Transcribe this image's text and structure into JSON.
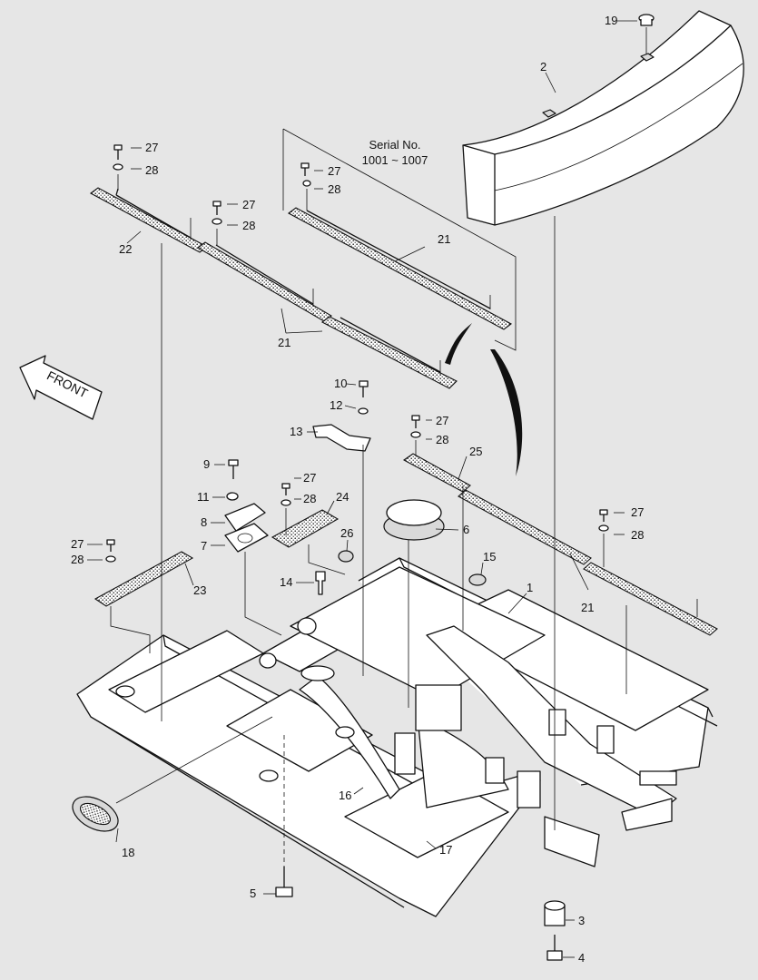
{
  "serial": {
    "line1": "Serial No.",
    "line2": "1001 ~ 1007"
  },
  "front_label": "FRONT",
  "callouts": [
    {
      "id": "c19",
      "text": "19"
    },
    {
      "id": "c2",
      "text": "2"
    },
    {
      "id": "c27a",
      "text": "27"
    },
    {
      "id": "c28a",
      "text": "28"
    },
    {
      "id": "c27b",
      "text": "27"
    },
    {
      "id": "c28b",
      "text": "28"
    },
    {
      "id": "c27c",
      "text": "27"
    },
    {
      "id": "c28c",
      "text": "28"
    },
    {
      "id": "c22",
      "text": "22"
    },
    {
      "id": "c21a",
      "text": "21"
    },
    {
      "id": "c21b",
      "text": "21"
    },
    {
      "id": "c10",
      "text": "10"
    },
    {
      "id": "c12",
      "text": "12"
    },
    {
      "id": "c13",
      "text": "13"
    },
    {
      "id": "c27d",
      "text": "27"
    },
    {
      "id": "c28d",
      "text": "28"
    },
    {
      "id": "c25",
      "text": "25"
    },
    {
      "id": "c9",
      "text": "9"
    },
    {
      "id": "c27e",
      "text": "27"
    },
    {
      "id": "c11",
      "text": "11"
    },
    {
      "id": "c28e",
      "text": "28"
    },
    {
      "id": "c24",
      "text": "24"
    },
    {
      "id": "c8",
      "text": "8"
    },
    {
      "id": "c7",
      "text": "7"
    },
    {
      "id": "c26",
      "text": "26"
    },
    {
      "id": "c6",
      "text": "6"
    },
    {
      "id": "c27f",
      "text": "27"
    },
    {
      "id": "c28f",
      "text": "28"
    },
    {
      "id": "c27g",
      "text": "27"
    },
    {
      "id": "c28g",
      "text": "28"
    },
    {
      "id": "c23",
      "text": "23"
    },
    {
      "id": "c15",
      "text": "15"
    },
    {
      "id": "c1",
      "text": "1"
    },
    {
      "id": "c14",
      "text": "14"
    },
    {
      "id": "c21c",
      "text": "21"
    },
    {
      "id": "c16",
      "text": "16"
    },
    {
      "id": "c18",
      "text": "18"
    },
    {
      "id": "c17",
      "text": "17"
    },
    {
      "id": "c5",
      "text": "5"
    },
    {
      "id": "c3",
      "text": "3"
    },
    {
      "id": "c4",
      "text": "4"
    }
  ]
}
